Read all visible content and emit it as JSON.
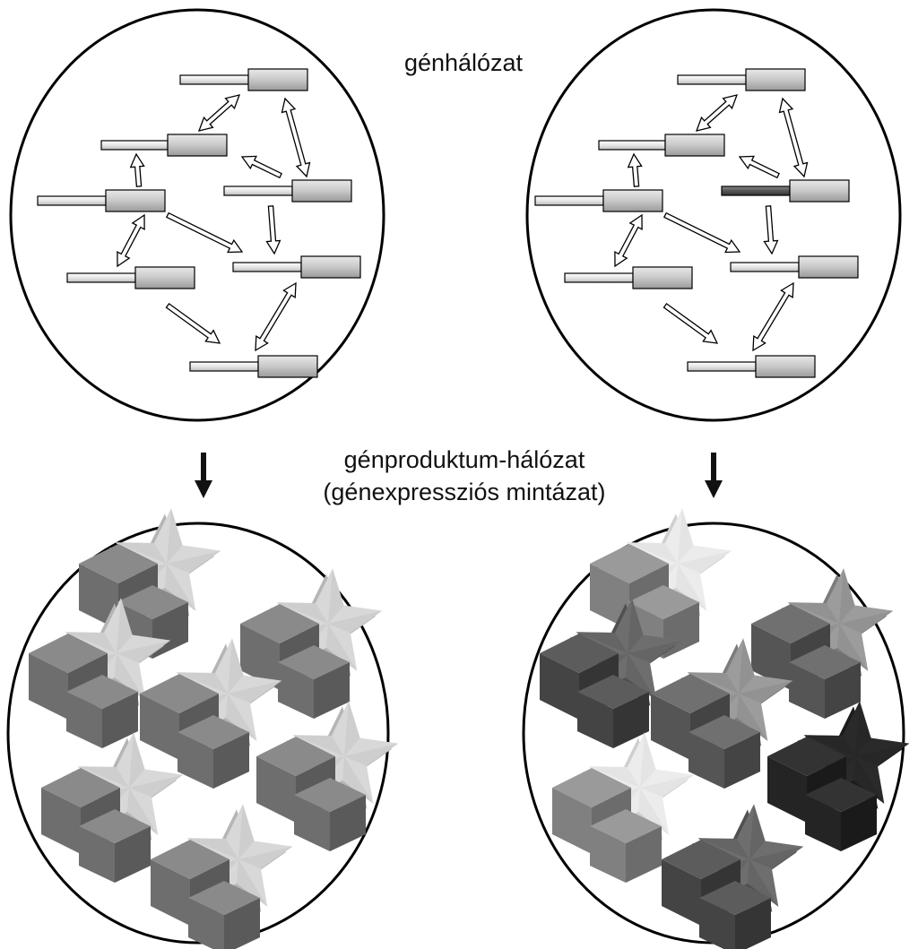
{
  "labels": {
    "gene_network": "génhálózat",
    "product_network_line1": "génproduktum-hálózat",
    "product_network_line2": "(génexpressziós mintázat)"
  },
  "colors": {
    "stroke": "#000000",
    "gene_fill_light": "#f2f2f2",
    "gene_fill_dark": "#c4c4c4",
    "mutant_gene_fill": "#555555",
    "arrow_fill": "#ffffff",
    "down_arrow": "#111111"
  },
  "panels": [
    {
      "name": "normal-gene-network",
      "type": "gene-network",
      "mutated_gene_index": null
    },
    {
      "name": "mutant-gene-network",
      "type": "gene-network",
      "mutated_gene_index": 3
    },
    {
      "name": "normal-product-network",
      "type": "product-network",
      "product_shades": [
        "uniform",
        "uniform",
        "uniform",
        "uniform",
        "uniform",
        "uniform",
        "uniform"
      ]
    },
    {
      "name": "mutant-product-network",
      "type": "product-network",
      "product_shades": [
        "light",
        "medium",
        "dark",
        "medium",
        "darkest",
        "light",
        "dark"
      ]
    }
  ]
}
